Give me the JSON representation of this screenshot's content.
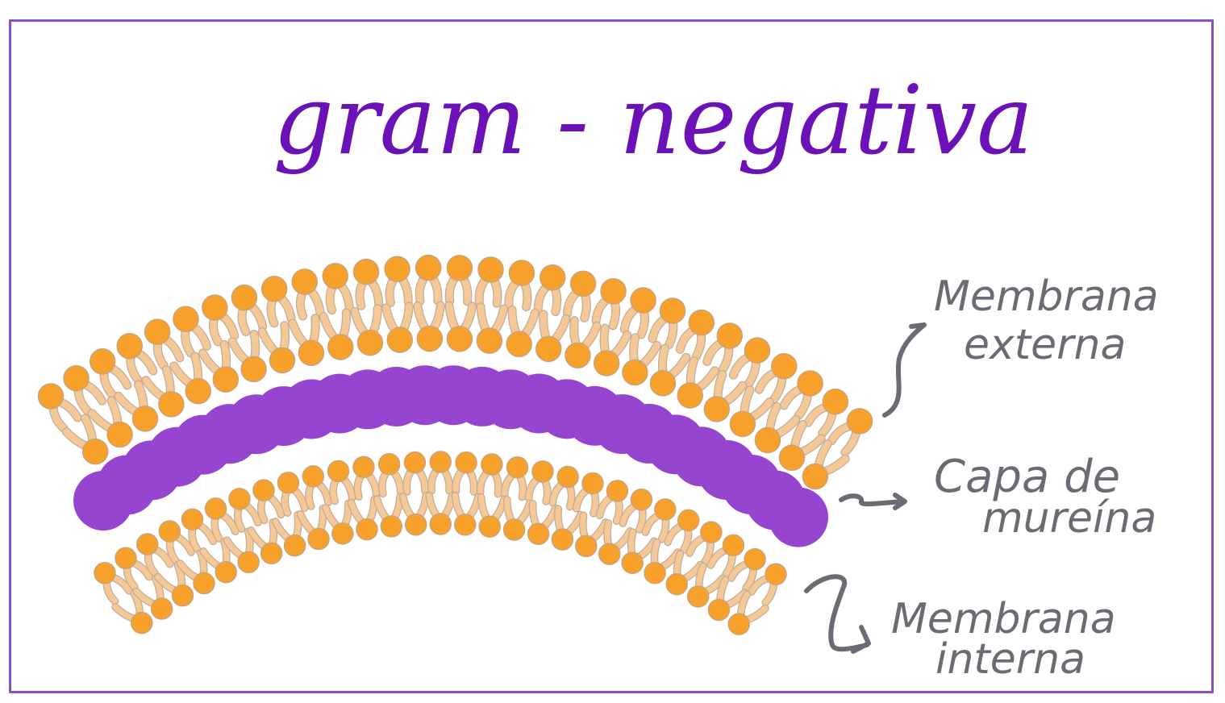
{
  "title": "gram - negativa",
  "labels": {
    "outer_membrane": {
      "line1": "Membrana",
      "line2": "externa"
    },
    "murein_layer": {
      "line1": "Capa de",
      "line2": "mureína"
    },
    "inner_membrane": {
      "line1": "Membrana",
      "line2": "interna"
    }
  },
  "colors": {
    "frame": "#8a4fc8",
    "title": "#6a12b8",
    "label": "#6e6a74",
    "lipid_head": "#f7a12b",
    "lipid_head_outline": "#c9a27a",
    "lipid_tail": "#f5c896",
    "lipid_tail_outline": "#bfae9c",
    "murein": "#9545d0"
  },
  "structures": [
    {
      "name": "outer-membrane",
      "type": "lipid-bilayer"
    },
    {
      "name": "murein-layer",
      "type": "peptidoglycan"
    },
    {
      "name": "inner-membrane",
      "type": "lipid-bilayer"
    }
  ]
}
